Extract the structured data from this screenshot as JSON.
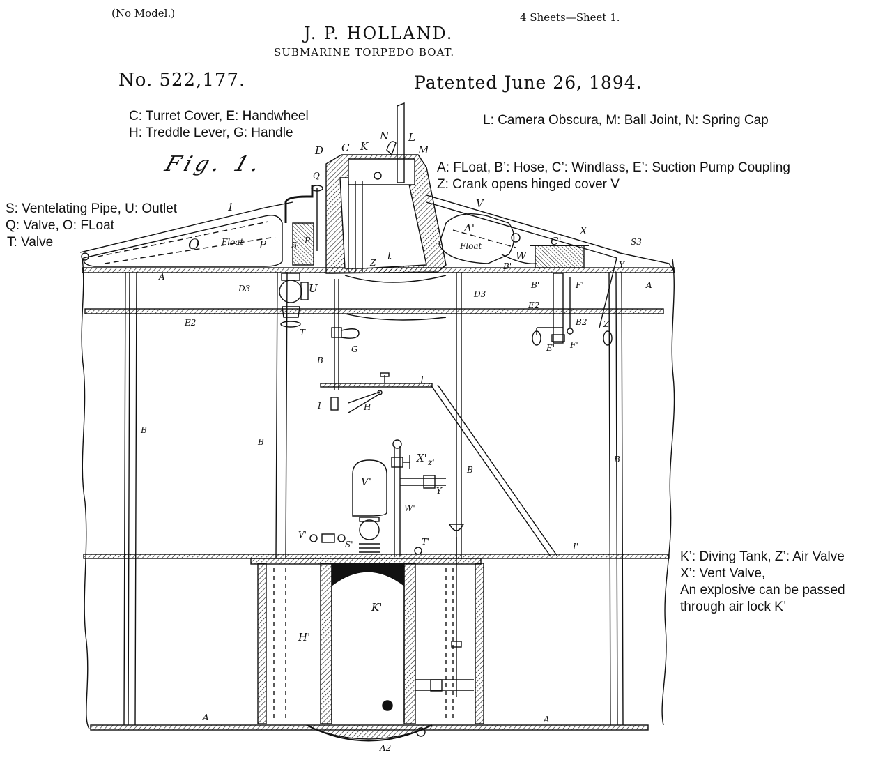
{
  "header": {
    "no_model": "(No Model.)",
    "inventor": "J. P. HOLLAND.",
    "title": "SUBMARINE TORPEDO BOAT.",
    "sheets": "4 Sheets—Sheet 1.",
    "patent_number": "No. 522,177.",
    "patent_date": "Patented June 26, 1894."
  },
  "figure_label": "Fig. 1.",
  "annotations": {
    "top_left": [
      "C: Turret Cover, E: Handwheel",
      "H: Treddle Lever, G: Handle"
    ],
    "left": [
      "S: Ventelating Pipe, U: Outlet",
      "Q: Valve, O: FLoat",
      "T: Valve"
    ],
    "top_right": [
      "L: Camera Obscura, M: Ball Joint, N: Spring Cap"
    ],
    "right_upper": [
      "A: FLoat, B’: Hose, C’: Windlass, E’: Suction Pump Coupling",
      "Z: Crank opens hinged cover V"
    ],
    "right_lower": [
      "K’: Diving Tank, Z’: Air Valve",
      "X’: Vent Valve,",
      "An explosive can be passed",
      "through air lock K’"
    ]
  },
  "part_labels": {
    "D": "D",
    "C": "C",
    "K": "K",
    "N": "N",
    "L": "L",
    "M": "M",
    "Q": "Q",
    "one": "1",
    "O": "O",
    "float_left": "Float",
    "P": "P",
    "S": "S",
    "R": "R",
    "Z_turret": "Z",
    "t": "t",
    "V": "V",
    "A_prime": "A'",
    "float_right": "Float",
    "W": "W",
    "C_prime": "C'",
    "X": "X",
    "S3": "S3",
    "Y": "Y",
    "B_prime_top": "B'",
    "A_top_left": "A",
    "D3_left": "D3",
    "U": "U",
    "E2_left": "E2",
    "T": "T",
    "G": "G",
    "D3_right": "D3",
    "B_prime": "B'",
    "F_prime_top": "F'",
    "E2_right": "E2",
    "B2": "B2",
    "Z_crank": "Z",
    "E_prime": "E'",
    "F_prime_bot": "F'",
    "A_top_right": "A",
    "B_center": "B",
    "J": "J",
    "I": "I",
    "H": "H",
    "B_left": "B",
    "B_mid": "B",
    "B_diag": "B",
    "B_right": "B",
    "X_prime": "X'",
    "Z_prime": "z'",
    "V_prime_tank": "V'",
    "Y_lower": "Y",
    "W_prime": "W'",
    "V_prime_valve": "V'",
    "S_prime": "S'",
    "T_prime": "T'",
    "I_prime": "I'",
    "K_prime": "K'",
    "H_prime": "H'",
    "A_bottom_left": "A",
    "A_bottom_right": "A",
    "A2": "A2"
  }
}
